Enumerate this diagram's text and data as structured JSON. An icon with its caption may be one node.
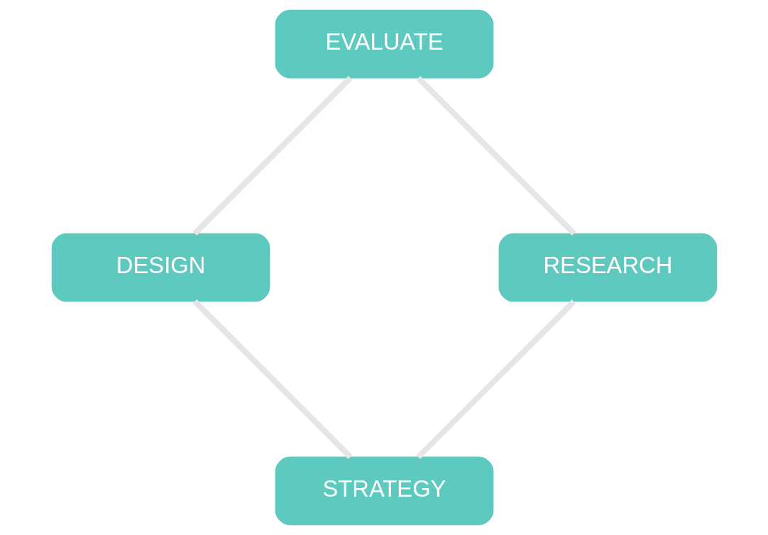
{
  "diagram": {
    "nodes": [
      {
        "text": [
          "STRATEGY"
        ]
      },
      {
        "text": [
          "RESEARCH"
        ]
      },
      {
        "text": [
          "DESIGN"
        ]
      },
      {
        "text": [
          "EVALUATE"
        ]
      }
    ],
    "edges": [
      {
        "from": 0,
        "to": 2,
        "arrow": "none"
      },
      {
        "from": 2,
        "to": 3,
        "arrow": "none"
      },
      {
        "from": 3,
        "to": 1,
        "arrow": "none"
      },
      {
        "from": 1,
        "to": 0,
        "arrow": "none"
      }
    ]
  }
}
